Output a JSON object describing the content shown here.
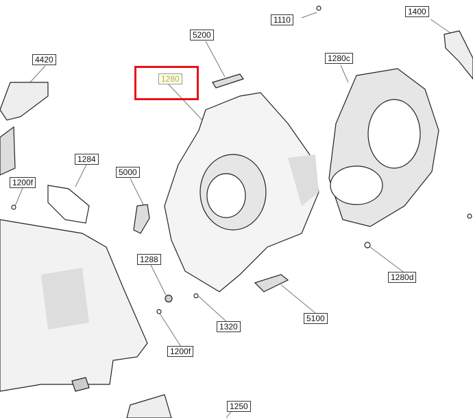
{
  "diagram": {
    "highlight_color": "#e8111a",
    "selected_part": "1280",
    "callouts": [
      {
        "id": "c1110",
        "label": "1110"
      },
      {
        "id": "c1400",
        "label": "1400"
      },
      {
        "id": "c5200",
        "label": "5200"
      },
      {
        "id": "c4420",
        "label": "4420"
      },
      {
        "id": "c1280",
        "label": "1280"
      },
      {
        "id": "c1280c",
        "label": "1280c"
      },
      {
        "id": "c1284",
        "label": "1284"
      },
      {
        "id": "c5000",
        "label": "5000"
      },
      {
        "id": "c1200f_a",
        "label": "1200f"
      },
      {
        "id": "c1288",
        "label": "1288"
      },
      {
        "id": "c1320",
        "label": "1320"
      },
      {
        "id": "c5100",
        "label": "5100"
      },
      {
        "id": "c1280d",
        "label": "1280d"
      },
      {
        "id": "c1200f_b",
        "label": "1200f"
      },
      {
        "id": "c1250",
        "label": "1250"
      }
    ]
  }
}
